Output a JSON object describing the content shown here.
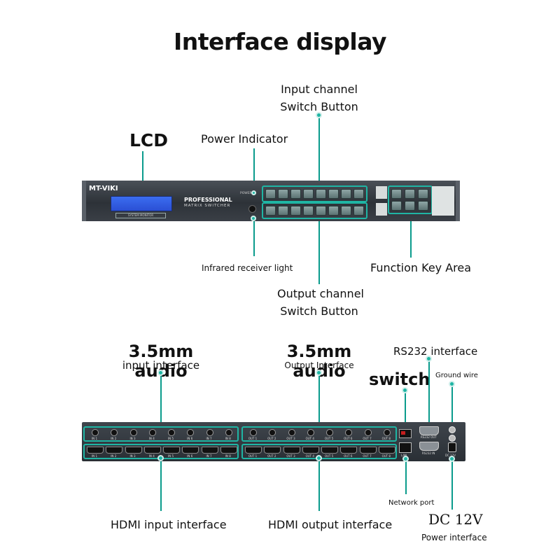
{
  "title": "Interface display",
  "front_panel": {
    "brand": "MT-VIKI",
    "model_line1": "PROFESSIONAL",
    "model_line2": "MATRIX SWITCHER",
    "lcd_label": "SYSTEM MONITOR",
    "power_label": "POWER",
    "input_buttons": 8,
    "output_buttons": 8,
    "function_keys": 6
  },
  "labels": {
    "lcd": "LCD",
    "power_indicator": "Power Indicator",
    "input_switch_line1": "Input channel",
    "input_switch_line2": "Switch Button",
    "infrared": "Infrared receiver light",
    "function_key": "Function Key Area",
    "output_switch_line1": "Output channel",
    "output_switch_line2": "Switch Button",
    "audio_in_title": "3.5mm audio",
    "audio_in_sub": "input interface",
    "audio_out_title": "3.5mm audio",
    "audio_out_sub": "Output Interface",
    "rs232": "RS232 interface",
    "switch": "switch",
    "ground": "Ground wire",
    "network": "Network port",
    "hdmi_in": "HDMI input interface",
    "hdmi_out": "HDMI output interface",
    "dc_title": "DC 12V",
    "dc_sub": "Power interface"
  },
  "rear_panel": {
    "audio_in": [
      "IN 1",
      "IN 2",
      "IN 3",
      "IN 4",
      "IN 5",
      "IN 6",
      "IN 7",
      "IN 8"
    ],
    "audio_out": [
      "OUT 1",
      "OUT 2",
      "OUT 3",
      "OUT 4",
      "OUT 5",
      "OUT 6",
      "OUT 7",
      "OUT 8"
    ],
    "hdmi_in": [
      "IN 1",
      "IN 2",
      "IN 3",
      "IN 4",
      "IN 5",
      "IN 6",
      "IN 7",
      "IN 8"
    ],
    "hdmi_out": [
      "OUT 1",
      "OUT 2",
      "OUT 3",
      "OUT 4",
      "OUT 5",
      "OUT 6",
      "OUT 7",
      "OUT 8"
    ],
    "lan_label": "LAN",
    "rs232_out": "RS232 OUT",
    "rs232_in": "RS232 IN",
    "dc_label": "DC 12V"
  },
  "colors": {
    "accent": "#1fb5a4",
    "line": "#0a9b8c",
    "chassis": "#2d3238",
    "lcd": "#2a4fd4"
  }
}
